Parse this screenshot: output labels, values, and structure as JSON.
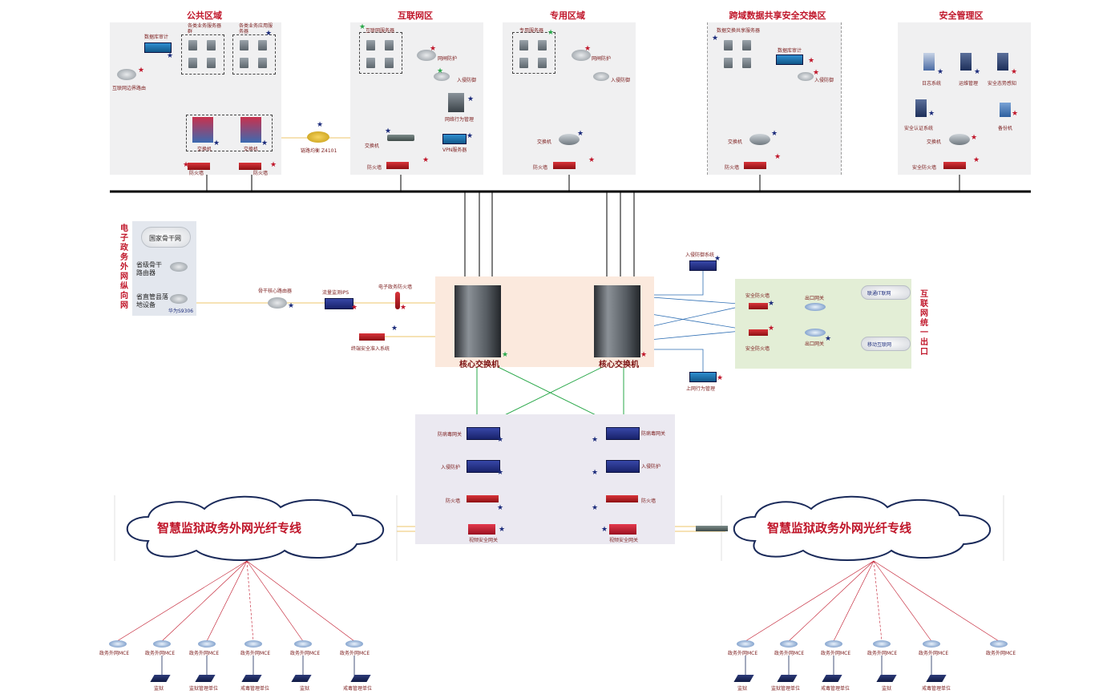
{
  "zones": {
    "public": {
      "title": "公共区域",
      "labels": {
        "db_audit": "数据库审计",
        "app_server": "各类业务服务器群",
        "server2": "各类业务应用服务器",
        "hub_switch": "互联网边界路由",
        "switch_a": "交换机",
        "switch_b": "交换机",
        "fw_a": "防火墙",
        "fw_b": "防火墙"
      }
    },
    "internet": {
      "title": "互联网区",
      "labels": {
        "servers": "互联网服务器",
        "wangzha": "网闸防护",
        "ips": "入侵防御",
        "wcm": "网络行为管理",
        "switch": "交换机",
        "vpn": "VPN服务器",
        "fw": "防火墙"
      }
    },
    "dedicated": {
      "title": "专用区域",
      "labels": {
        "servers": "专用服务器",
        "wangzha": "网闸防护",
        "ips": "入侵防御",
        "switch": "交换机",
        "fw": "防火墙"
      }
    },
    "exchange": {
      "title": "跨域数据共享安全交换区",
      "labels": {
        "servers": "数据交换共享服务器",
        "db_audit": "数据库审计",
        "ips": "入侵防御",
        "switch": "交换机",
        "fw": "防火墙"
      }
    },
    "security": {
      "title": "安全管理区",
      "labels": {
        "s1": "日志系统",
        "s2": "运维管理",
        "s3": "安全态势感知",
        "s4": "安全认证系统",
        "s5": "备份机",
        "switch": "交换机",
        "fw": "安全防火墙"
      }
    }
  },
  "middle": {
    "gateway_label": "链路均衡 Z4101",
    "vertical_title": "电子政务外网纵向网",
    "vertical_items": [
      "国家骨干网",
      "省级骨干路由器",
      "省直管县落地设备"
    ],
    "device_small": "华为S9306",
    "core_router": "骨干核心路由器",
    "ips_label": "流量监测IPS",
    "fw_label": "电子政务防火墙",
    "lower_fw": "终端安全准入系统",
    "core_a": "核心交换机",
    "core_b": "核心交换机",
    "ids_top": "入侵防御系统",
    "ids_bottom": "上网行为管理",
    "right_title": "互联网统一出口",
    "right_fw1": "安全防火墙",
    "right_fw2": "安全防火墙",
    "gw1": "出口网关",
    "gw2": "出口网关",
    "isp1": "联通IT联网",
    "isp2": "移动互联网"
  },
  "bottom_zone": {
    "row1_left": "防病毒网关",
    "row1_right": "防病毒网关",
    "row2_left": "入侵防护",
    "row2_right": "入侵防护",
    "row3_left": "防火墙",
    "row3_right": "防火墙",
    "row4_left": "视频安全网关",
    "row4_right": "视频安全网关"
  },
  "clouds": {
    "left": "智慧监狱政务外网光纤专线",
    "right": "智慧监狱政务外网光纤专线"
  },
  "endpoints_left": [
    {
      "top": "政务外网MCE",
      "bottom": "监狱"
    },
    {
      "top": "政务外网MCE",
      "bottom": "监狱管理单位"
    },
    {
      "top": "政务外网MCE",
      "bottom": ""
    },
    {
      "top": "政务外网MCE",
      "bottom": "戒毒管理单位"
    },
    {
      "top": "政务外网MCE",
      "bottom": "监狱"
    },
    {
      "top": "政务外网MCE",
      "bottom": "戒毒管理单位"
    }
  ],
  "endpoints_right": [
    {
      "top": "政务外网MCE",
      "bottom": "监狱"
    },
    {
      "top": "政务外网MCE",
      "bottom": "监狱管理单位"
    },
    {
      "top": "政务外网MCE",
      "bottom": "戒毒管理单位"
    },
    {
      "top": "政务外网MCE",
      "bottom": "监狱"
    },
    {
      "top": "政务外网MCE",
      "bottom": "戒毒管理单位"
    },
    {
      "top": "政务外网MCE",
      "bottom": ""
    }
  ],
  "colors": {
    "title_red": "#c0162a",
    "line_green": "#2aa84a",
    "line_blue": "#2f6fb4",
    "link_red": "#c0162a",
    "link_yellow": "#e8b23a"
  }
}
